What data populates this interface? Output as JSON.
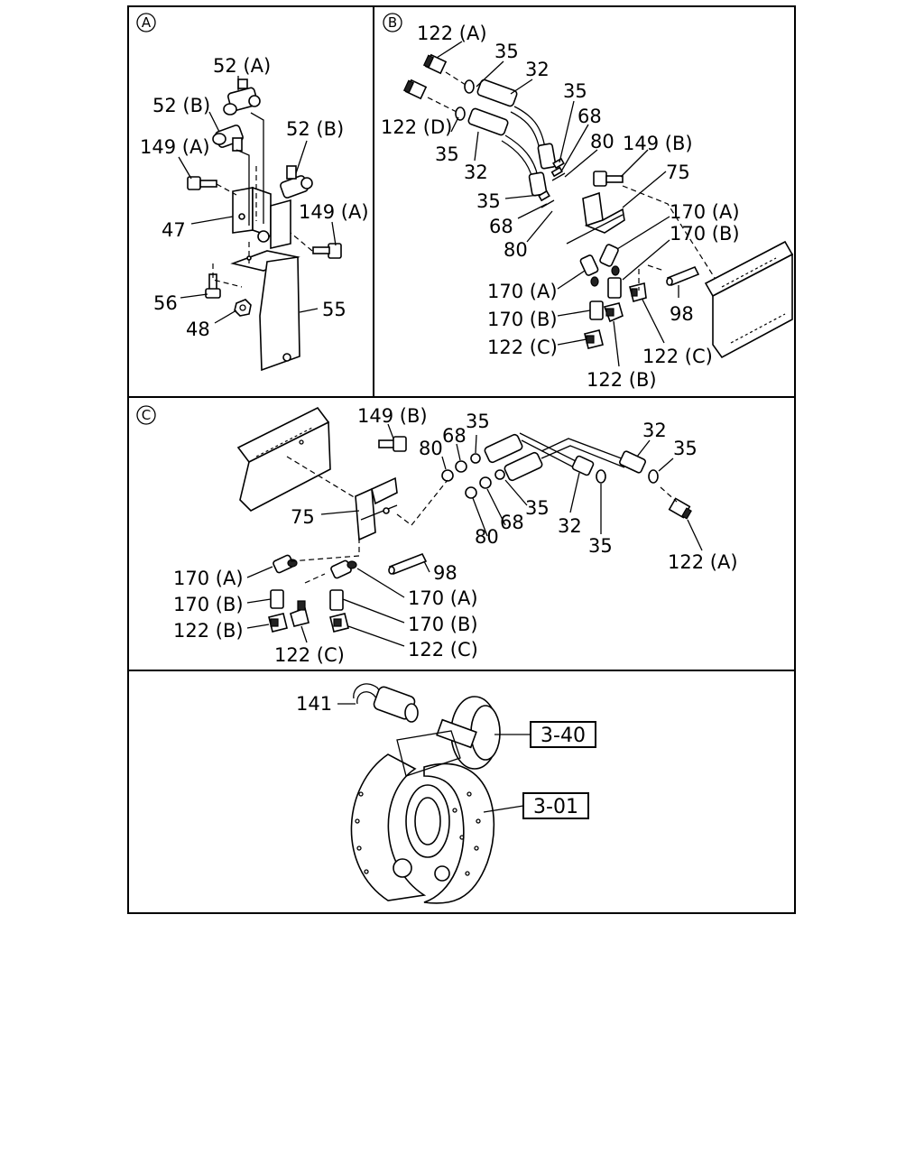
{
  "sections": {
    "a": "A",
    "b": "B",
    "c": "C"
  },
  "labels": {
    "a_52a": "52 (A)",
    "a_52b_left": "52 (B)",
    "a_52b_right": "52 (B)",
    "a_149a_left": "149 (A)",
    "a_149a_right": "149 (A)",
    "a_47": "47",
    "a_56": "56",
    "a_48": "48",
    "a_55": "55",
    "b_122a": "122 (A)",
    "b_35_top": "35",
    "b_32_top": "32",
    "b_122d": "122 (D)",
    "b_35_mid": "35",
    "b_32_mid": "32",
    "b_35_right": "35",
    "b_68_right": "68",
    "b_80_right": "80",
    "b_149b": "149 (B)",
    "b_75": "75",
    "b_35_low": "35",
    "b_68_low": "68",
    "b_80_low": "80",
    "b_170a_right": "170 (A)",
    "b_170b_right": "170 (B)",
    "b_170a_left": "170 (A)",
    "b_170b_left": "170 (B)",
    "b_98": "98",
    "b_122c_left": "122 (C)",
    "b_122c_right": "122 (C)",
    "b_122b": "122 (B)",
    "c_149b": "149 (B)",
    "c_35_top": "35",
    "c_68_top": "68",
    "c_80_top": "80",
    "c_32_right": "32",
    "c_35_right": "35",
    "c_75": "75",
    "c_35_mid": "35",
    "c_68_mid": "68",
    "c_80_mid": "80",
    "c_32_mid": "32",
    "c_35_low": "35",
    "c_122a": "122 (A)",
    "c_98": "98",
    "c_170a_left": "170 (A)",
    "c_170b_left": "170 (B)",
    "c_122b": "122 (B)",
    "c_122c_left": "122 (C)",
    "c_170a_right": "170 (A)",
    "c_170b_right": "170 (B)",
    "c_122c_right": "122 (C)",
    "d_141": "141"
  },
  "references": {
    "r340": "3-40",
    "r301": "3-01"
  }
}
